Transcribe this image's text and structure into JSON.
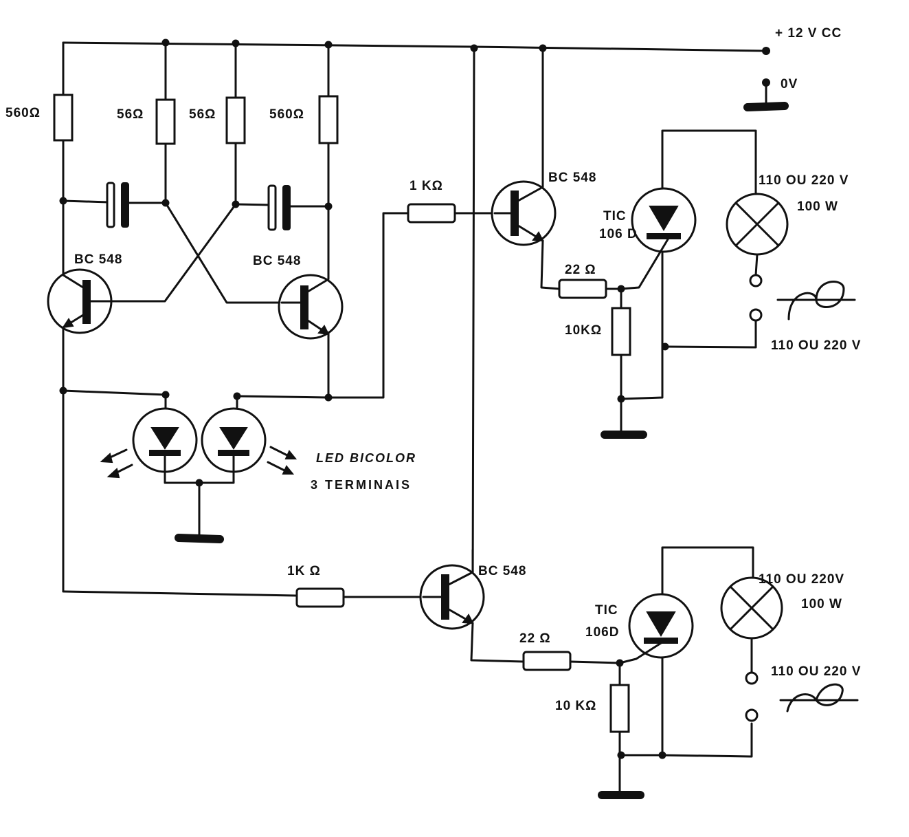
{
  "supply": {
    "positive": "+ 12 V CC",
    "ground": "0V"
  },
  "astable": {
    "r1": "560Ω",
    "r2": "56Ω",
    "r3": "56Ω",
    "r4": "560Ω",
    "q_left": "BC 548",
    "q_right": "BC 548"
  },
  "led": {
    "line1": "LED BICOLOR",
    "line2": "3 TERMINAIS"
  },
  "channel_top": {
    "r_base": "1 KΩ",
    "transistor": "BC 548",
    "r_gate": "22 Ω",
    "r_pull": "10KΩ",
    "scr_line1": "TIC",
    "scr_line2": "106 D",
    "lamp_line1": "110 OU 220 V",
    "lamp_line2": "100 W",
    "mains": "110 OU 220 V"
  },
  "channel_bottom": {
    "r_base": "1K Ω",
    "transistor": "BC 548",
    "r_gate": "22 Ω",
    "r_pull": "10 KΩ",
    "scr_line1": "TIC",
    "scr_line2": "106D",
    "lamp_line1": "110 OU 220V",
    "lamp_line2": "100 W",
    "mains": "110 OU 220 V"
  }
}
